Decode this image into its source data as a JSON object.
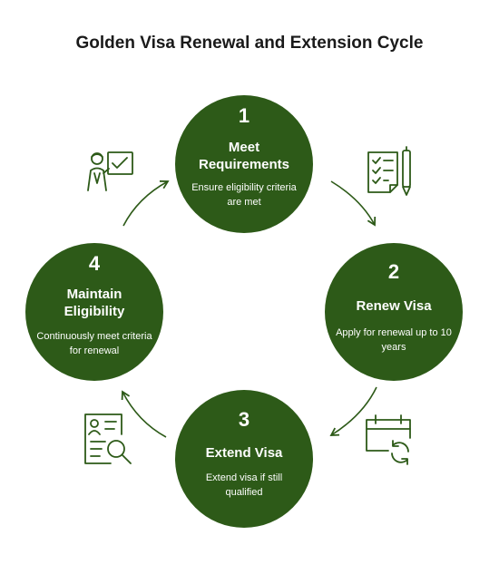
{
  "title": "Golden Visa Renewal and Extension Cycle",
  "steps": [
    {
      "number": "1",
      "name": "Meet Requirements",
      "description": "Ensure eligibility criteria are met",
      "icon": "person-checklist-icon"
    },
    {
      "number": "2",
      "name": "Renew Visa",
      "description": "Apply for renewal up to 10 years",
      "icon": "document-pen-icon"
    },
    {
      "number": "3",
      "name": "Extend Visa",
      "description": "Extend visa if still qualified",
      "icon": "calendar-refresh-icon"
    },
    {
      "number": "4",
      "name": "Maintain Eligibility",
      "description": "Continuously meet criteria for renewal",
      "icon": "profile-search-icon"
    }
  ],
  "colors": {
    "circle": "#2d5a18",
    "arrow": "#2d5a18",
    "icon": "#2d5a18",
    "text": "#ffffff"
  }
}
